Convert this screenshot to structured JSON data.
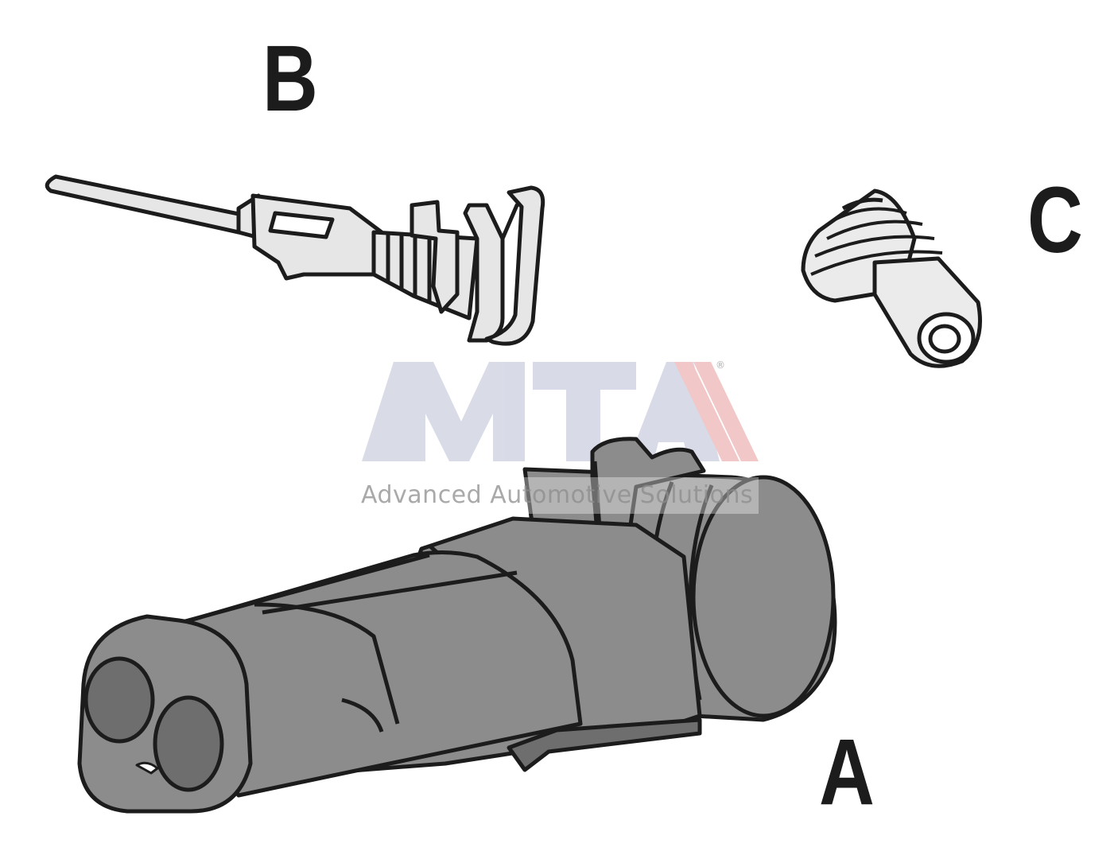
{
  "labels": {
    "terminal": "B",
    "seal": "C",
    "housing": "A"
  },
  "watermark": {
    "tagline": "Advanced Automotive Solutions",
    "registered_mark": "®"
  },
  "colors": {
    "outline": "#1c1c1c",
    "housing_fill": "#8c8c8c",
    "housing_shadow": "#6e6e6e",
    "part_fill": "#e6e6e6",
    "watermark_blue": "#b9bdd4",
    "watermark_red": "#e79a9a"
  }
}
